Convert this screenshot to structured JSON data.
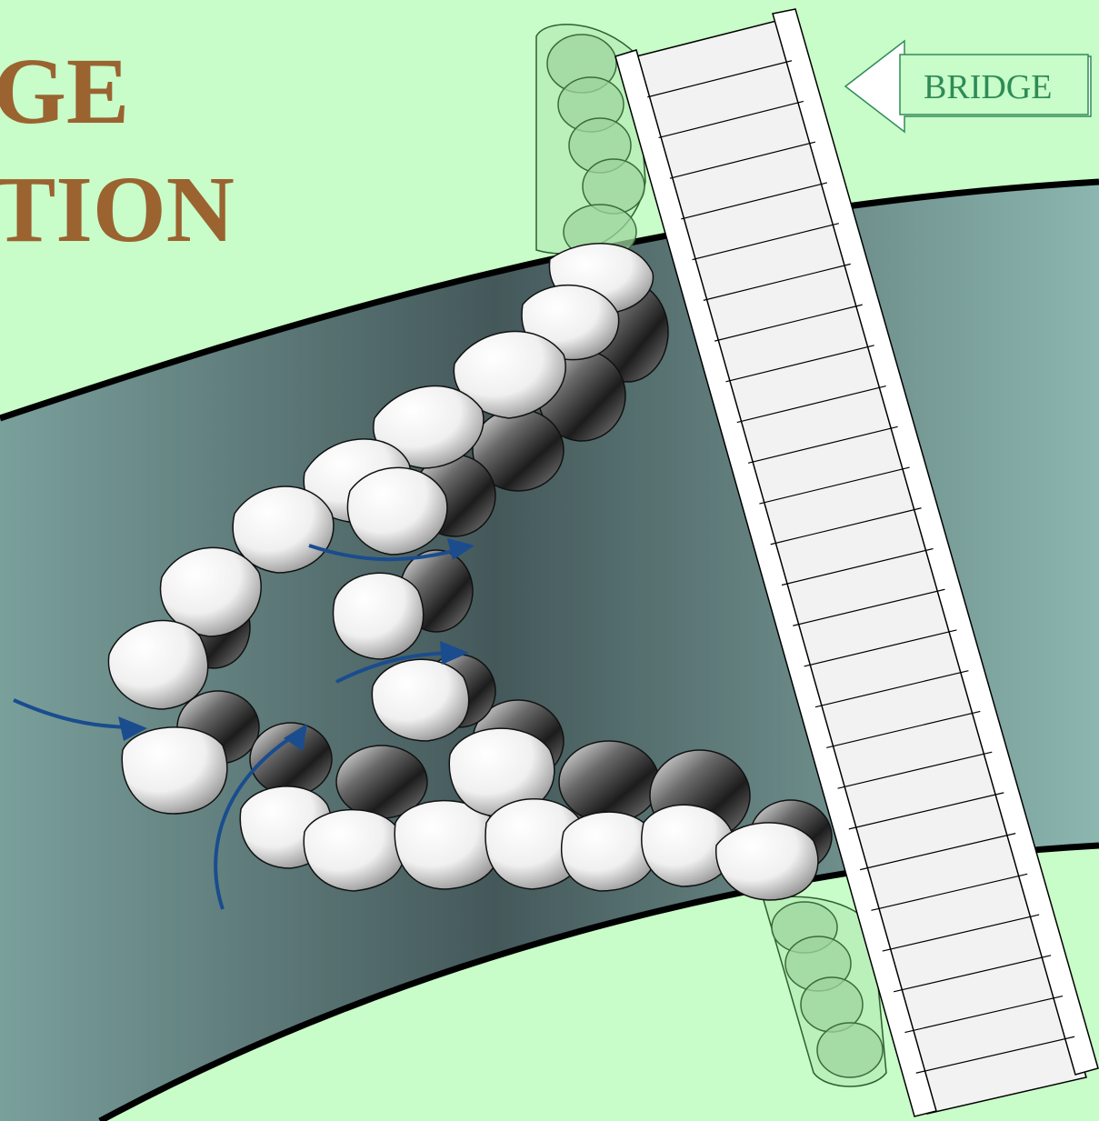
{
  "title": {
    "line1": "GE",
    "line2": "TION"
  },
  "bridge_label": "BRIDGE",
  "colors": {
    "background": "#c8fcc8",
    "title": "#9a6330",
    "channel_dark": "#3f4f52",
    "channel_light": "#8cb6b0",
    "arrow": "#1a4c8e",
    "bridge_rung": "#f2f2f2",
    "label_text": "#2e8b57"
  },
  "icons": {
    "arrow": "arrow-left-hollow-icon"
  }
}
